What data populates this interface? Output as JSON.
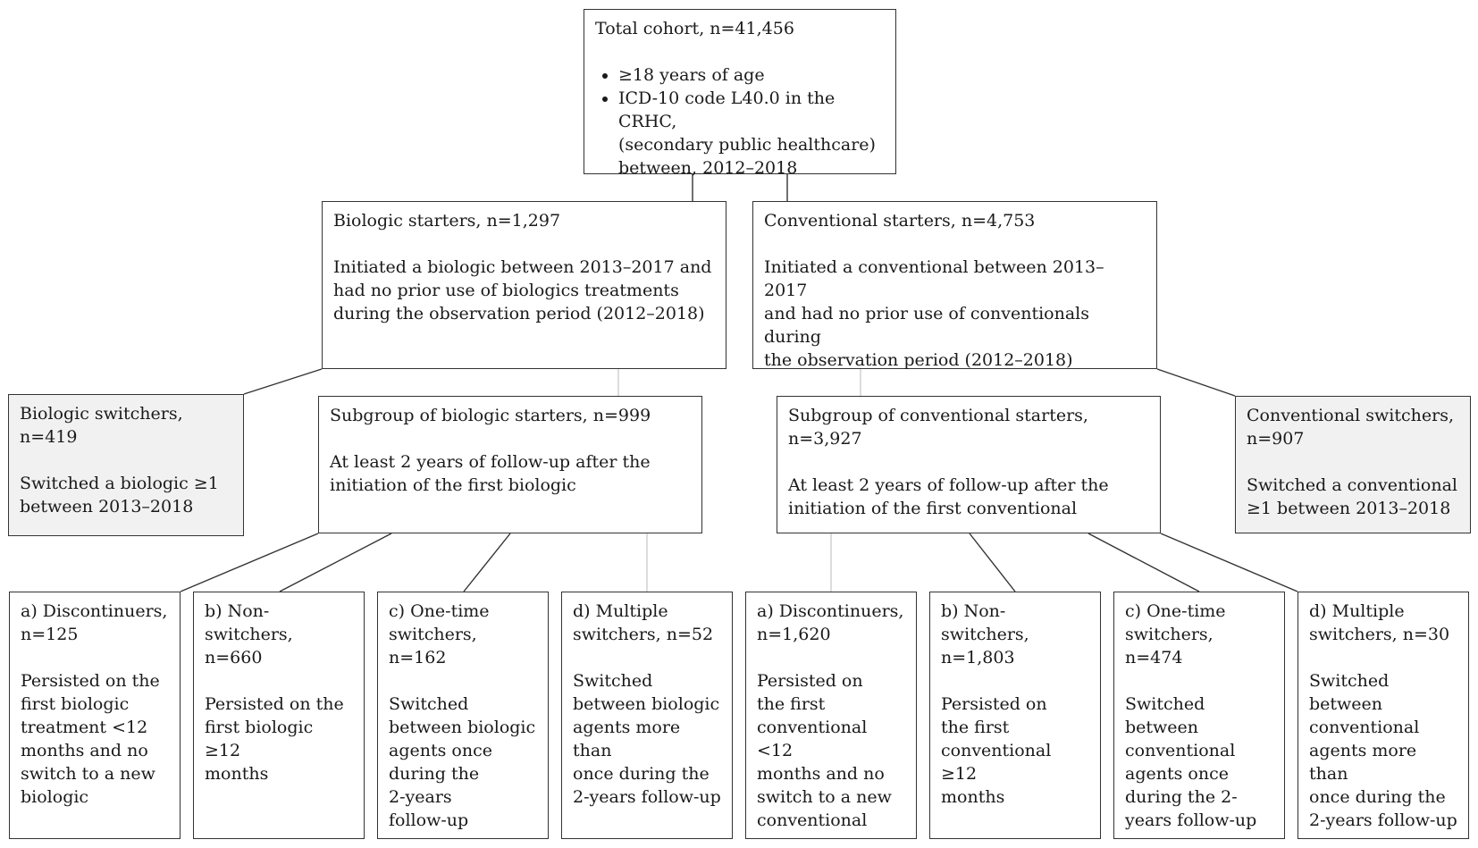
{
  "total": {
    "title": "Total cohort, n=41,456",
    "bullets": [
      "≥18 years of age",
      "ICD-10 code L40.0 in the CRHC,\n(secondary public healthcare)\nbetween, 2012–2018"
    ]
  },
  "biologic_starters": {
    "title": "Biologic starters, n=1,297",
    "body": "Initiated a biologic between 2013–2017 and\nhad no prior use of biologics treatments\nduring the observation period (2012–2018)"
  },
  "conventional_starters": {
    "title": "Conventional starters, n=4,753",
    "body": "Initiated a conventional between 2013–2017\nand had no prior use of conventionals during\nthe observation period (2012–2018)"
  },
  "biologic_switchers": {
    "title": "Biologic switchers,\nn=419",
    "body": "Switched a biologic  ≥1\nbetween 2013–2018"
  },
  "biologic_subgroup": {
    "title": "Subgroup of biologic starters, n=999",
    "body": "At least 2 years of follow-up after the\ninitiation of the first biologic"
  },
  "conventional_subgroup": {
    "title": "Subgroup of conventional starters, n=3,927",
    "body": "At least 2 years of follow-up after the\ninitiation of the first conventional"
  },
  "conventional_switchers": {
    "title": "Conventional switchers,\nn=907",
    "body": "Switched a conventional\n≥1 between 2013–2018"
  },
  "leaves": [
    {
      "title": "a) Discontinuers,\nn=125",
      "body": "Persisted on the\nfirst biologic\ntreatment <12\nmonths and no\nswitch to a new\nbiologic"
    },
    {
      "title": "b) Non-switchers,\nn=660",
      "body": "Persisted on the\nfirst biologic ≥12\nmonths"
    },
    {
      "title": "c) One-time\nswitchers,\nn=162",
      "body": "Switched\nbetween biologic\nagents once\nduring the\n2-years\nfollow-up"
    },
    {
      "title": "d) Multiple\nswitchers, n=52",
      "body": "Switched\nbetween biologic\nagents more than\nonce during the\n2-years follow-up"
    },
    {
      "title": "a) Discontinuers,\nn=1,620",
      "body": "Persisted on\nthe first\nconventional <12\nmonths and no\nswitch to a new\nconventional"
    },
    {
      "title": "b) Non-switchers,\nn=1,803",
      "body": "Persisted on\nthe first\nconventional ≥12\nmonths"
    },
    {
      "title": "c) One-time\nswitchers, n=474",
      "body": "Switched\nbetween\nconventional\nagents once\nduring the 2-\nyears follow-up"
    },
    {
      "title": "d) Multiple\nswitchers, n=30",
      "body": "Switched\nbetween\nconventional\nagents more than\nonce during the\n2-years follow-up"
    }
  ]
}
